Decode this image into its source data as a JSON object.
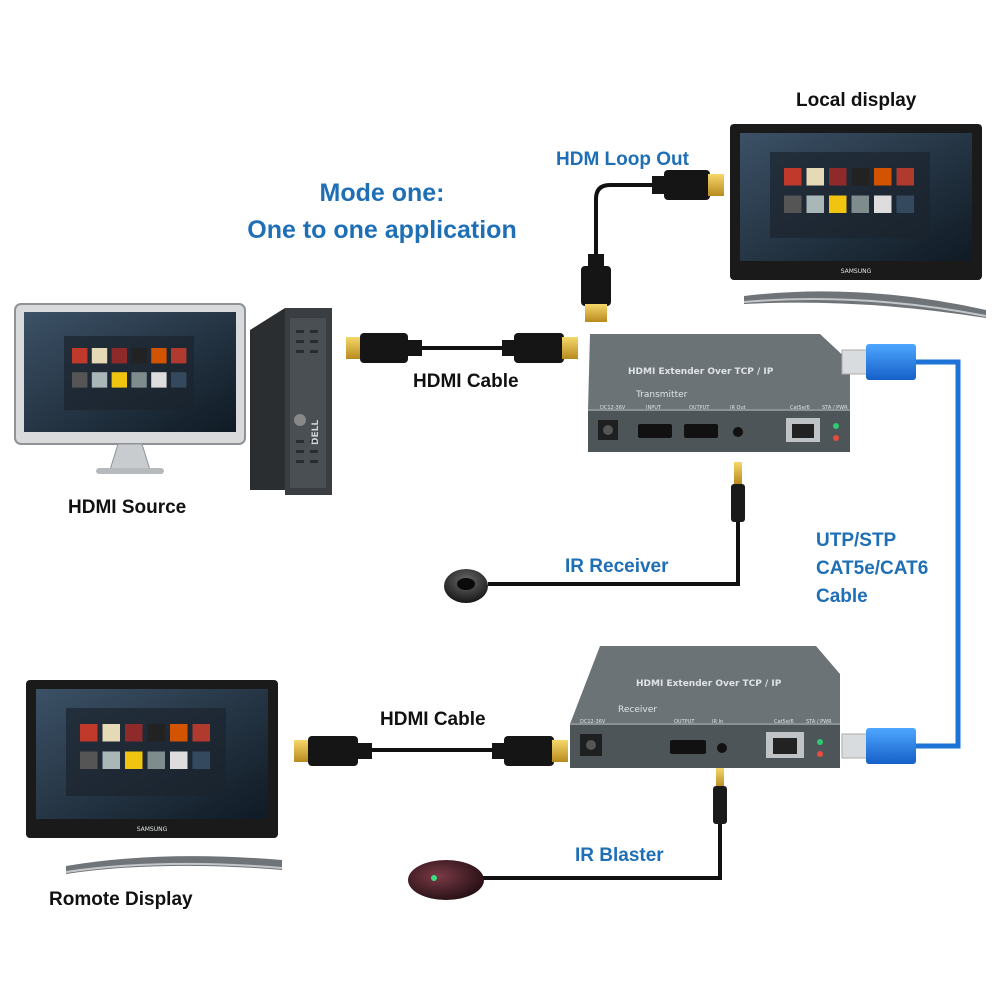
{
  "diagram": {
    "title_line1": "Mode one:",
    "title_line2": "One to one application",
    "labels": {
      "local_display": "Local display",
      "hdmi_loop_out": "HDM Loop Out",
      "hdmi_cable_top": "HDMI Cable",
      "hdmi_source": "HDMI Source",
      "ir_receiver": "IR Receiver",
      "utp_line1": "UTP/STP",
      "utp_line2": "CAT5e/CAT6",
      "utp_line3": "Cable",
      "hdmi_cable_bottom": "HDMI Cable",
      "ir_blaster": "IR Blaster",
      "remote_display": "Romote Display"
    },
    "transmitter": {
      "panel_text": "HDMI Extender Over TCP / IP",
      "name": "Transmitter",
      "ports": [
        "DC12-36V",
        "INPUT",
        "OUTPUT",
        "IR Out",
        "Cat5e/6",
        "STA / PWR"
      ]
    },
    "receiver": {
      "panel_text": "HDMI Extender Over TCP / IP",
      "name": "Receiver",
      "ports": [
        "DC12-36V",
        "OUTPUT",
        "IR In",
        "Cat5e/6",
        "STA / PWR"
      ]
    },
    "monitor_brand": "SAMSUNG",
    "pc_brand": "DELL",
    "colors": {
      "label_blue": "#1f6fb6",
      "cable_blue": "#1e74d6",
      "device_gray": "#5b6367",
      "cable_black": "#111111"
    }
  }
}
